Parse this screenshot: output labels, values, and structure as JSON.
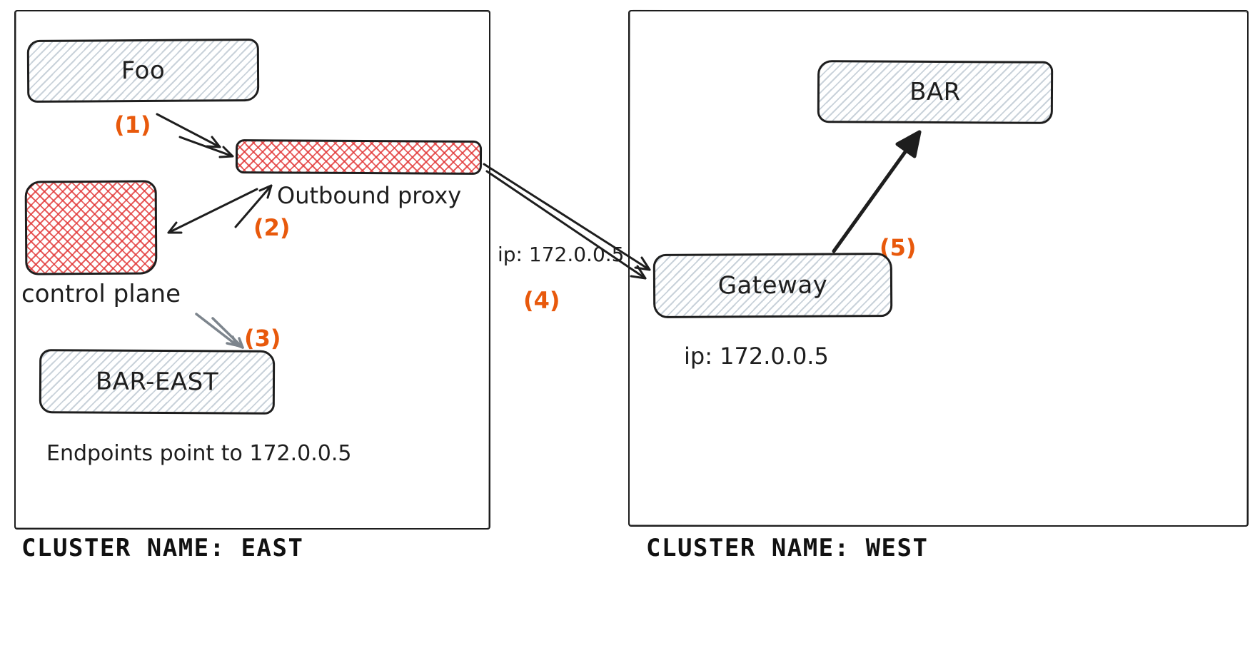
{
  "east": {
    "cluster_label": "CLUSTER NAME: EAST",
    "foo_label": "Foo",
    "outbound_proxy_label": "Outbound proxy",
    "control_plane_label": "control plane",
    "bar_east_label": "BAR-EAST",
    "endpoints_note": "Endpoints point to 172.0.0.5"
  },
  "west": {
    "cluster_label": "CLUSTER NAME: WEST",
    "bar_label": "BAR",
    "gateway_label": "Gateway",
    "gateway_ip": "ip: 172.0.0.5"
  },
  "link": {
    "ip_label": "ip: 172.0.0.5"
  },
  "steps": {
    "s1": "(1)",
    "s2": "(2)",
    "s3": "(3)",
    "s4": "(4)",
    "s5": "(5)"
  },
  "colors": {
    "ink": "#1e1e1e",
    "step_orange": "#e8590c",
    "red_hatch": "#e03131",
    "gray_hatch": "#c9d2da",
    "gray_arrow": "#7d858d"
  }
}
